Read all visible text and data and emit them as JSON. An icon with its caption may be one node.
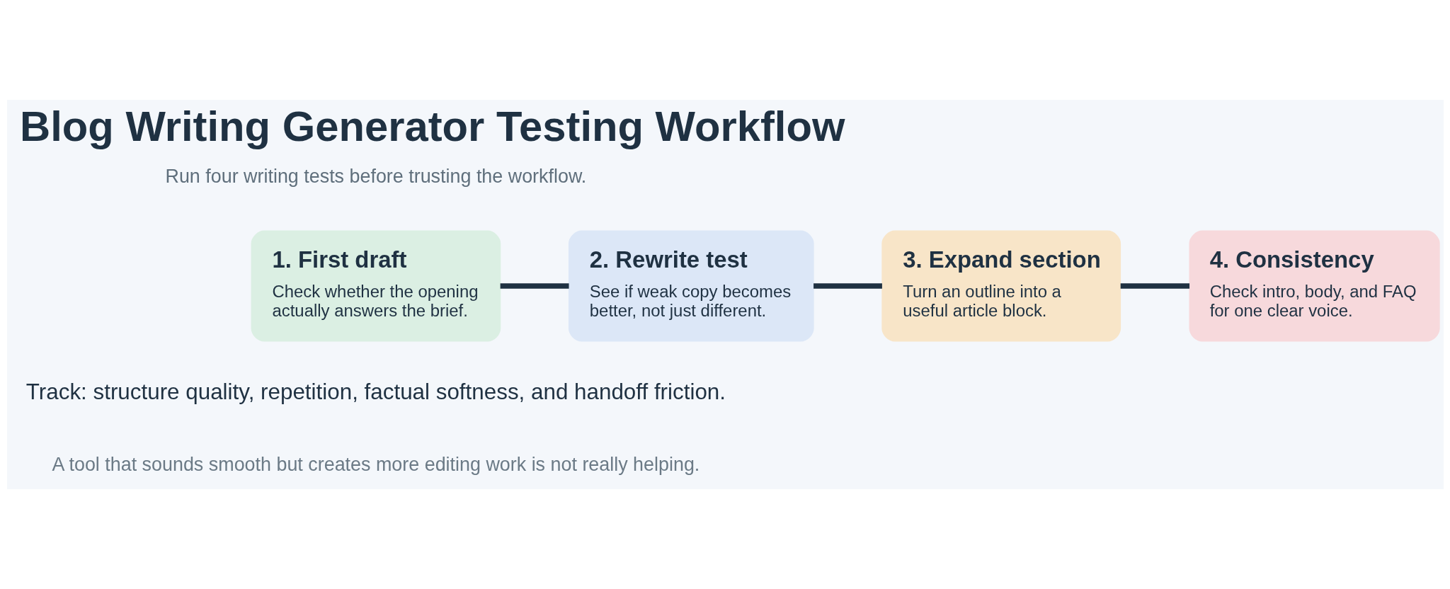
{
  "diagram": {
    "title": "Blog Writing Generator Testing Workflow",
    "nodes": [
      {
        "text": [
          "1. First draft",
          "Check whether the opening actually answers the brief."
        ]
      },
      {
        "text": [
          "2. Rewrite test",
          "See if weak copy becomes better, not just different."
        ]
      },
      {
        "text": [
          "3. Expand section",
          "Turn an outline into a useful article block."
        ]
      },
      {
        "text": [
          "4. Consistency",
          "Check intro, body, and FAQ for one clear voice."
        ]
      }
    ],
    "edges": [
      {
        "from": 0,
        "to": 1,
        "arrow": "none"
      },
      {
        "from": 1,
        "to": 2,
        "arrow": "none"
      },
      {
        "from": 2,
        "to": 3,
        "arrow": "none"
      }
    ],
    "labels": [
      "Run four writing tests before trusting the workflow.",
      "Track: structure quality, repetition, factual softness, and handoff friction.",
      "A tool that sounds smooth but creates more editing work is not really helping."
    ]
  }
}
